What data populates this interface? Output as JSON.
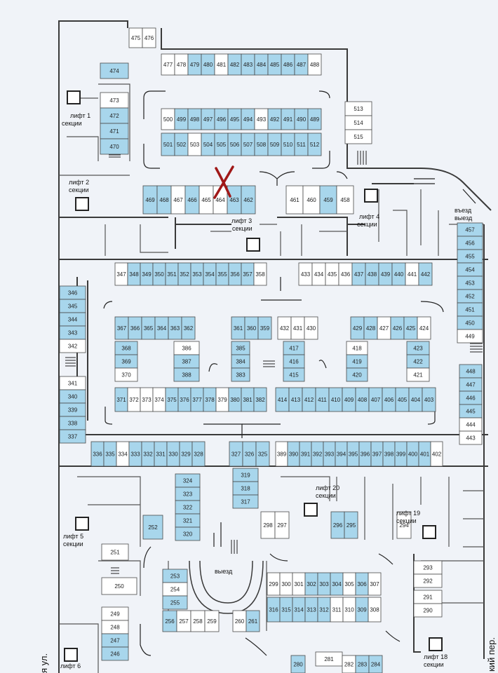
{
  "colors": {
    "background": "#f0f3f8",
    "wall": "#3a3a3a",
    "slot_available": "#a8d6ec",
    "slot_taken": "#ffffff",
    "mark": "#a01818"
  },
  "spaces": [
    {
      "n": "475",
      "available": false
    },
    {
      "n": "476",
      "available": false
    },
    {
      "n": "474",
      "available": true
    },
    {
      "n": "477",
      "available": false
    },
    {
      "n": "478",
      "available": false
    },
    {
      "n": "479",
      "available": true
    },
    {
      "n": "480",
      "available": true
    },
    {
      "n": "481",
      "available": false
    },
    {
      "n": "482",
      "available": true
    },
    {
      "n": "483",
      "available": true
    },
    {
      "n": "484",
      "available": true
    },
    {
      "n": "485",
      "available": true
    },
    {
      "n": "486",
      "available": true
    },
    {
      "n": "487",
      "available": true
    },
    {
      "n": "488",
      "available": false
    },
    {
      "n": "473",
      "available": false
    },
    {
      "n": "472",
      "available": true
    },
    {
      "n": "471",
      "available": true
    },
    {
      "n": "470",
      "available": true
    },
    {
      "n": "500",
      "available": false
    },
    {
      "n": "499",
      "available": true
    },
    {
      "n": "498",
      "available": true
    },
    {
      "n": "497",
      "available": true
    },
    {
      "n": "496",
      "available": true
    },
    {
      "n": "495",
      "available": true
    },
    {
      "n": "494",
      "available": true
    },
    {
      "n": "493",
      "available": false
    },
    {
      "n": "492",
      "available": true
    },
    {
      "n": "491",
      "available": true
    },
    {
      "n": "490",
      "available": true
    },
    {
      "n": "489",
      "available": true
    },
    {
      "n": "501",
      "available": true
    },
    {
      "n": "502",
      "available": true
    },
    {
      "n": "503",
      "available": false
    },
    {
      "n": "504",
      "available": true
    },
    {
      "n": "505",
      "available": true
    },
    {
      "n": "506",
      "available": true
    },
    {
      "n": "507",
      "available": true
    },
    {
      "n": "508",
      "available": true
    },
    {
      "n": "509",
      "available": true
    },
    {
      "n": "510",
      "available": true
    },
    {
      "n": "511",
      "available": true
    },
    {
      "n": "512",
      "available": true
    },
    {
      "n": "513",
      "available": false
    },
    {
      "n": "514",
      "available": false
    },
    {
      "n": "515",
      "available": false
    },
    {
      "n": "469",
      "available": true
    },
    {
      "n": "468",
      "available": true
    },
    {
      "n": "467",
      "available": false
    },
    {
      "n": "466",
      "available": true
    },
    {
      "n": "465",
      "available": false
    },
    {
      "n": "464",
      "available": false
    },
    {
      "n": "463",
      "available": true
    },
    {
      "n": "462",
      "available": true
    },
    {
      "n": "461",
      "available": false
    },
    {
      "n": "460",
      "available": false
    },
    {
      "n": "459",
      "available": true
    },
    {
      "n": "458",
      "available": false
    },
    {
      "n": "457",
      "available": true
    },
    {
      "n": "456",
      "available": true
    },
    {
      "n": "455",
      "available": true
    },
    {
      "n": "454",
      "available": true
    },
    {
      "n": "453",
      "available": true
    },
    {
      "n": "452",
      "available": true
    },
    {
      "n": "451",
      "available": true
    },
    {
      "n": "450",
      "available": true
    },
    {
      "n": "449",
      "available": false
    },
    {
      "n": "347",
      "available": false
    },
    {
      "n": "348",
      "available": true
    },
    {
      "n": "349",
      "available": true
    },
    {
      "n": "350",
      "available": true
    },
    {
      "n": "351",
      "available": true
    },
    {
      "n": "352",
      "available": true
    },
    {
      "n": "353",
      "available": true
    },
    {
      "n": "354",
      "available": true
    },
    {
      "n": "355",
      "available": true
    },
    {
      "n": "356",
      "available": true
    },
    {
      "n": "357",
      "available": true
    },
    {
      "n": "358",
      "available": false
    },
    {
      "n": "433",
      "available": false
    },
    {
      "n": "434",
      "available": false
    },
    {
      "n": "435",
      "available": false
    },
    {
      "n": "436",
      "available": false
    },
    {
      "n": "437",
      "available": true
    },
    {
      "n": "438",
      "available": true
    },
    {
      "n": "439",
      "available": true
    },
    {
      "n": "440",
      "available": true
    },
    {
      "n": "441",
      "available": false
    },
    {
      "n": "442",
      "available": true
    },
    {
      "n": "346",
      "available": true
    },
    {
      "n": "345",
      "available": true
    },
    {
      "n": "344",
      "available": true
    },
    {
      "n": "343",
      "available": true
    },
    {
      "n": "342",
      "available": false
    },
    {
      "n": "367",
      "available": true
    },
    {
      "n": "366",
      "available": true
    },
    {
      "n": "365",
      "available": true
    },
    {
      "n": "364",
      "available": true
    },
    {
      "n": "363",
      "available": true
    },
    {
      "n": "362",
      "available": true
    },
    {
      "n": "368",
      "available": true
    },
    {
      "n": "369",
      "available": true
    },
    {
      "n": "370",
      "available": false
    },
    {
      "n": "386",
      "available": false
    },
    {
      "n": "387",
      "available": true
    },
    {
      "n": "388",
      "available": true
    },
    {
      "n": "361",
      "available": true
    },
    {
      "n": "360",
      "available": true
    },
    {
      "n": "359",
      "available": true
    },
    {
      "n": "385",
      "available": true
    },
    {
      "n": "384",
      "available": true
    },
    {
      "n": "383",
      "available": true
    },
    {
      "n": "432",
      "available": false
    },
    {
      "n": "431",
      "available": false
    },
    {
      "n": "430",
      "available": false
    },
    {
      "n": "417",
      "available": true
    },
    {
      "n": "416",
      "available": true
    },
    {
      "n": "415",
      "available": true
    },
    {
      "n": "429",
      "available": true
    },
    {
      "n": "428",
      "available": true
    },
    {
      "n": "427",
      "available": false
    },
    {
      "n": "426",
      "available": true
    },
    {
      "n": "425",
      "available": true
    },
    {
      "n": "424",
      "available": false
    },
    {
      "n": "418",
      "available": false
    },
    {
      "n": "419",
      "available": true
    },
    {
      "n": "420",
      "available": true
    },
    {
      "n": "423",
      "available": true
    },
    {
      "n": "422",
      "available": true
    },
    {
      "n": "421",
      "available": false
    },
    {
      "n": "448",
      "available": true
    },
    {
      "n": "447",
      "available": true
    },
    {
      "n": "446",
      "available": true
    },
    {
      "n": "445",
      "available": true
    },
    {
      "n": "444",
      "available": false
    },
    {
      "n": "443",
      "available": false
    },
    {
      "n": "341",
      "available": false
    },
    {
      "n": "340",
      "available": true
    },
    {
      "n": "339",
      "available": true
    },
    {
      "n": "338",
      "available": true
    },
    {
      "n": "337",
      "available": true
    },
    {
      "n": "371",
      "available": true
    },
    {
      "n": "372",
      "available": false
    },
    {
      "n": "373",
      "available": false
    },
    {
      "n": "374",
      "available": false
    },
    {
      "n": "375",
      "available": true
    },
    {
      "n": "376",
      "available": true
    },
    {
      "n": "377",
      "available": true
    },
    {
      "n": "378",
      "available": true
    },
    {
      "n": "379",
      "available": false
    },
    {
      "n": "380",
      "available": true
    },
    {
      "n": "381",
      "available": true
    },
    {
      "n": "382",
      "available": true
    },
    {
      "n": "414",
      "available": true
    },
    {
      "n": "413",
      "available": true
    },
    {
      "n": "412",
      "available": true
    },
    {
      "n": "411",
      "available": true
    },
    {
      "n": "410",
      "available": true
    },
    {
      "n": "409",
      "available": true
    },
    {
      "n": "408",
      "available": true
    },
    {
      "n": "407",
      "available": true
    },
    {
      "n": "406",
      "available": true
    },
    {
      "n": "405",
      "available": true
    },
    {
      "n": "404",
      "available": true
    },
    {
      "n": "403",
      "available": true
    },
    {
      "n": "336",
      "available": true
    },
    {
      "n": "335",
      "available": true
    },
    {
      "n": "334",
      "available": false
    },
    {
      "n": "333",
      "available": true
    },
    {
      "n": "332",
      "available": true
    },
    {
      "n": "331",
      "available": true
    },
    {
      "n": "330",
      "available": true
    },
    {
      "n": "329",
      "available": true
    },
    {
      "n": "328",
      "available": true
    },
    {
      "n": "327",
      "available": true
    },
    {
      "n": "326",
      "available": true
    },
    {
      "n": "325",
      "available": true
    },
    {
      "n": "389",
      "available": false
    },
    {
      "n": "390",
      "available": true
    },
    {
      "n": "391",
      "available": true
    },
    {
      "n": "392",
      "available": true
    },
    {
      "n": "393",
      "available": true
    },
    {
      "n": "394",
      "available": true
    },
    {
      "n": "395",
      "available": true
    },
    {
      "n": "396",
      "available": true
    },
    {
      "n": "397",
      "available": true
    },
    {
      "n": "398",
      "available": true
    },
    {
      "n": "399",
      "available": true
    },
    {
      "n": "400",
      "available": true
    },
    {
      "n": "401",
      "available": true
    },
    {
      "n": "402",
      "available": false
    },
    {
      "n": "324",
      "available": true
    },
    {
      "n": "323",
      "available": true
    },
    {
      "n": "322",
      "available": true
    },
    {
      "n": "321",
      "available": true
    },
    {
      "n": "320",
      "available": true
    },
    {
      "n": "319",
      "available": true
    },
    {
      "n": "318",
      "available": true
    },
    {
      "n": "317",
      "available": true
    },
    {
      "n": "252",
      "available": true
    },
    {
      "n": "298",
      "available": false
    },
    {
      "n": "297",
      "available": false
    },
    {
      "n": "296",
      "available": true
    },
    {
      "n": "295",
      "available": true
    },
    {
      "n": "294",
      "available": false
    },
    {
      "n": "251",
      "available": false
    },
    {
      "n": "250",
      "available": false
    },
    {
      "n": "253",
      "available": true
    },
    {
      "n": "254",
      "available": false
    },
    {
      "n": "255",
      "available": true
    },
    {
      "n": "256",
      "available": true
    },
    {
      "n": "257",
      "available": false
    },
    {
      "n": "258",
      "available": false
    },
    {
      "n": "259",
      "available": false
    },
    {
      "n": "260",
      "available": false
    },
    {
      "n": "261",
      "available": true
    },
    {
      "n": "299",
      "available": false
    },
    {
      "n": "300",
      "available": false
    },
    {
      "n": "301",
      "available": false
    },
    {
      "n": "302",
      "available": true
    },
    {
      "n": "303",
      "available": true
    },
    {
      "n": "304",
      "available": true
    },
    {
      "n": "305",
      "available": false
    },
    {
      "n": "306",
      "available": true
    },
    {
      "n": "307",
      "available": false
    },
    {
      "n": "316",
      "available": true
    },
    {
      "n": "315",
      "available": true
    },
    {
      "n": "314",
      "available": true
    },
    {
      "n": "313",
      "available": true
    },
    {
      "n": "312",
      "available": true
    },
    {
      "n": "311",
      "available": false
    },
    {
      "n": "310",
      "available": false
    },
    {
      "n": "309",
      "available": true
    },
    {
      "n": "308",
      "available": false
    },
    {
      "n": "293",
      "available": false
    },
    {
      "n": "292",
      "available": false
    },
    {
      "n": "291",
      "available": false
    },
    {
      "n": "290",
      "available": false
    },
    {
      "n": "249",
      "available": false
    },
    {
      "n": "248",
      "available": false
    },
    {
      "n": "247",
      "available": true
    },
    {
      "n": "246",
      "available": true
    },
    {
      "n": "280",
      "available": true
    },
    {
      "n": "281",
      "available": false
    },
    {
      "n": "282",
      "available": false
    },
    {
      "n": "283",
      "available": true
    },
    {
      "n": "284",
      "available": true
    }
  ],
  "labels": {
    "lift1": "лифт 1",
    "lift1_sec": "секции",
    "lift2": "лифт 2",
    "lift2_sec": "секции",
    "lift3": "лифт 3",
    "lift3_sec": "секции",
    "lift4": "лифт 4",
    "lift4_sec": "секции",
    "lift5": "лифт 5",
    "lift5_sec": "секции",
    "lift6": "лифт 6",
    "lift18": "лифт 18",
    "lift18_sec": "секции",
    "lift19": "лифт 19",
    "lift19_sec": "секции",
    "lift20": "лифт 20",
    "lift20_sec": "секции",
    "entry_exit_1": "въезд",
    "entry_exit_2": "выезд",
    "exit": "выезд",
    "street_left": "я ул.",
    "street_right": "кий пер."
  },
  "mark": {
    "symbol": "X",
    "space": "464"
  }
}
